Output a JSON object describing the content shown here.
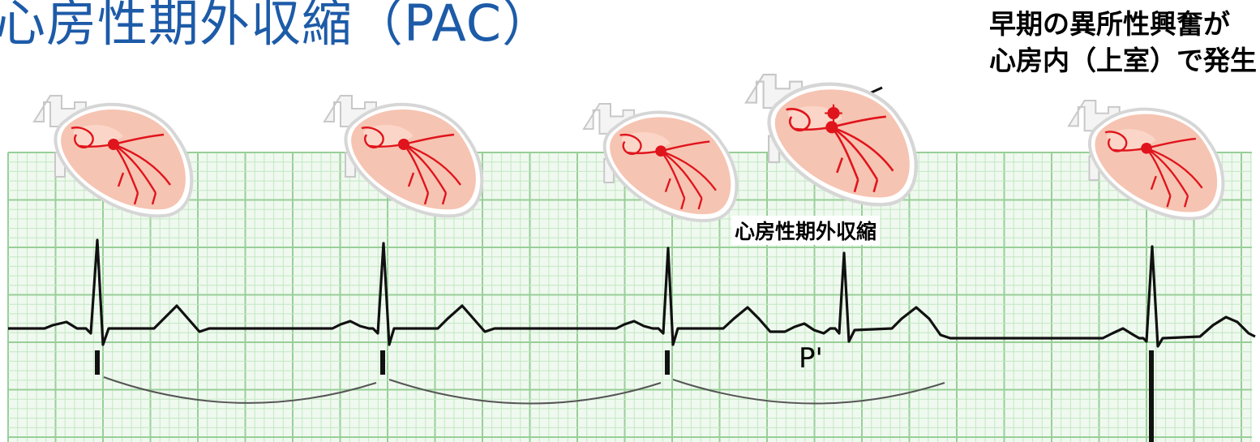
{
  "title": "心房性期外収縮（PAC）",
  "annotation": {
    "lines": [
      "早期の異所性興奮が",
      "心房内（上室）で発生"
    ]
  },
  "pac_label": "心房性期外収縮",
  "p_prime_label": "P'",
  "colors": {
    "title": "#1d5ba8",
    "grid_minor": "#c3e8c3",
    "grid_major": "#98cf98",
    "grid_bg": "#eff9ef",
    "ecg_trace": "#111111",
    "heart_fill": "#f6c4b2",
    "conduction": "#e0141c",
    "text": "#111111"
  },
  "icons": [
    "heart-illustration",
    "ectopic-focus-marker"
  ]
}
